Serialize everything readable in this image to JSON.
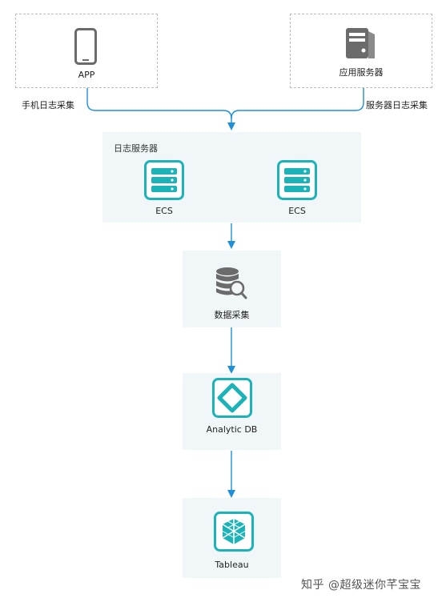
{
  "sources": {
    "app": {
      "label": "APP",
      "caption": "手机日志采集"
    },
    "app_server": {
      "label": "应用服务器",
      "caption": "服务器日志采集"
    }
  },
  "log_server": {
    "title": "日志服务器",
    "nodes": [
      {
        "label": "ECS"
      },
      {
        "label": "ECS"
      }
    ]
  },
  "collection": {
    "label": "数据采集"
  },
  "analyticdb": {
    "label": "Analytic DB"
  },
  "tableau": {
    "label": "Tableau"
  },
  "watermark": "知乎 @超级迷你芊宝宝",
  "colors": {
    "accent": "#1f8fd8",
    "teal": "#1bb3b8",
    "icon_gray": "#6b6b6b"
  }
}
